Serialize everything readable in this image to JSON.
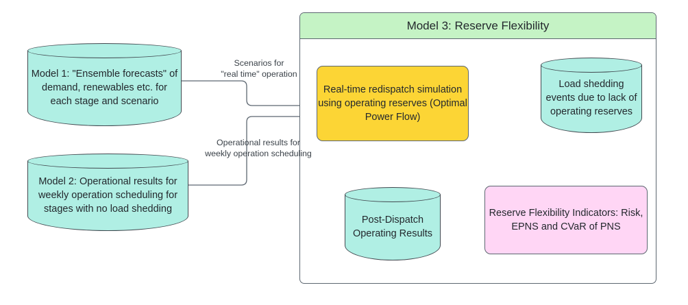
{
  "diagram": {
    "title_visible": false,
    "colors": {
      "cylinder_fill": "#b0efe4",
      "process_yellow": "#fcd535",
      "process_pink": "#ffd6f5",
      "group_header_green": "#c5f3c5",
      "stroke": "#41484f",
      "group_stroke": "#5c6670",
      "text": "#23282d",
      "label_text": "#3a4148"
    }
  },
  "group": {
    "title": "Model 3: Reserve Flexibility"
  },
  "nodes": {
    "model1": {
      "shape": "cylinder",
      "text": "Model 1: \"Ensemble forecasts\" of demand, renewables etc. for each stage and scenario"
    },
    "model2": {
      "shape": "cylinder",
      "text": "Model 2: Operational results for weekly operation scheduling for stages with no load shedding"
    },
    "redispatch": {
      "shape": "process",
      "text": "Real-time redispatch simulation using operating reserves (Optimal Power Flow)"
    },
    "load_shedding": {
      "shape": "cylinder",
      "text": "Load shedding events due to lack of operating reserves"
    },
    "post_dispatch": {
      "shape": "cylinder",
      "text": "Post-Dispatch Operating Results"
    },
    "indicators": {
      "shape": "process",
      "text": "Reserve Flexibility Indicators: Risk, EPNS and CVaR of PNS"
    }
  },
  "edge_labels": {
    "scenarios": "Scenarios for\n\"real time\" operation",
    "operational_results": "Operational results for\nweekly operation  scheduling"
  },
  "edges": [
    {
      "name": "model1-to-redispatch",
      "from": "model1",
      "to": "redispatch",
      "label": "Scenarios for \"real time\" operation"
    },
    {
      "name": "model2-to-redispatch",
      "from": "model2",
      "to": "redispatch",
      "label": "Operational results for weekly operation  scheduling"
    },
    {
      "name": "redispatch-to-load-shedding",
      "from": "redispatch",
      "to": "load_shedding",
      "label": ""
    },
    {
      "name": "redispatch-to-post-dispatch",
      "from": "redispatch",
      "to": "post_dispatch",
      "label": ""
    },
    {
      "name": "redispatch-to-indicators",
      "from": "redispatch",
      "to": "indicators",
      "label": ""
    }
  ]
}
